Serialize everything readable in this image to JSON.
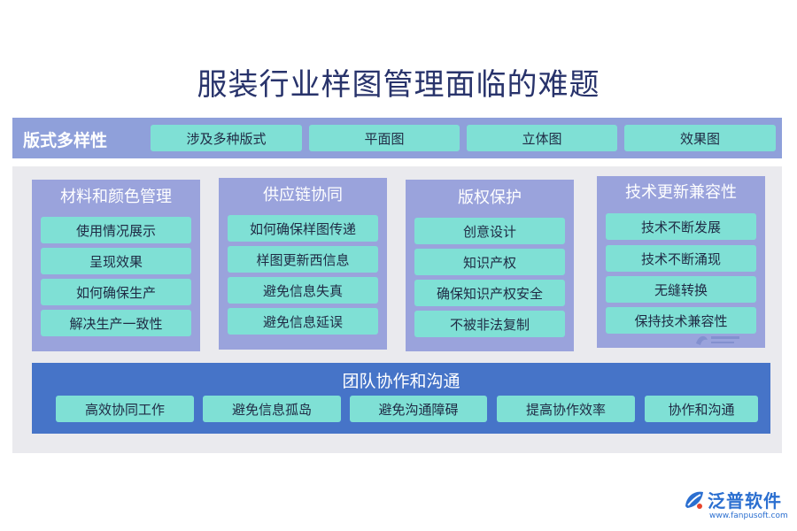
{
  "title": "服装行业样图管理面临的难题",
  "top_bar": {
    "heading": "版式多样性",
    "items": [
      "涉及多种版式",
      "平面图",
      "立体图",
      "效果图"
    ]
  },
  "columns": [
    {
      "title": "材料和颜色管理",
      "items": [
        "使用情况展示",
        "呈现效果",
        "如何确保生产",
        "解决生产一致性"
      ]
    },
    {
      "title": "供应链协同",
      "items": [
        "如何确保样图传递",
        "样图更新西信息",
        "避免信息失真",
        "避免信息延误"
      ]
    },
    {
      "title": "版权保护",
      "items": [
        "创意设计",
        "知识产权",
        "确保知识产权安全",
        "不被非法复制"
      ]
    },
    {
      "title": "技术更新兼容性",
      "items": [
        "技术不断发展",
        "技术不断涌现",
        "无缝转换",
        "保持技术兼容性"
      ]
    }
  ],
  "bottom_band": {
    "title": "团队协作和沟通",
    "items": [
      "高效协同工作",
      "避免信息孤岛",
      "避免沟通障碍",
      "提高协作效率",
      "协作和沟通"
    ]
  },
  "logo": {
    "name": "泛普软件",
    "url": "www.fanpusoft.com"
  },
  "colors": {
    "title": "#28336b",
    "bar": "#8fa0da",
    "column": "#9aa3dc",
    "pill": "#7fe0d5",
    "band": "#4674c8",
    "panel": "#eaeaee",
    "logo": "#2b6fd0"
  }
}
